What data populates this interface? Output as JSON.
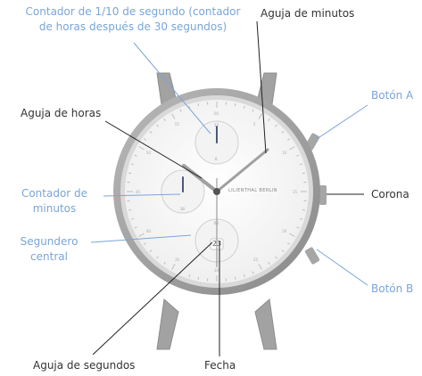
{
  "labels": {
    "tenth_counter_line1": "Contador de 1/10 de segundo (contador",
    "tenth_counter_line2": "de horas después de 30 segundos)",
    "minute_hand": "Aguja de minutos",
    "button_a": "Botón A",
    "hour_hand": "Aguja de horas",
    "minutes_counter_line1": "Contador de",
    "minutes_counter_line2": "minutos",
    "crown": "Corona",
    "central_seconds_line1": "Segundero",
    "central_seconds_line2": "central",
    "button_b": "Botón B",
    "seconds_hand": "Aguja de segundos",
    "date": "Fecha"
  },
  "dial": {
    "brand": "LILIENTHAL BERLIN",
    "date_value": "23",
    "sub_top_12": "12",
    "sub_top_6": "6",
    "sub_left_30": "30",
    "sub_bottom_60": "60",
    "minute_marks": [
      "60",
      "5",
      "10",
      "15",
      "20",
      "25",
      "30",
      "35",
      "40",
      "45",
      "50",
      "55"
    ]
  },
  "colors": {
    "label_dark": "#333333",
    "label_blue": "#7aa5d8",
    "case": "#9a9a9a",
    "dial": "#f7f7f7"
  }
}
